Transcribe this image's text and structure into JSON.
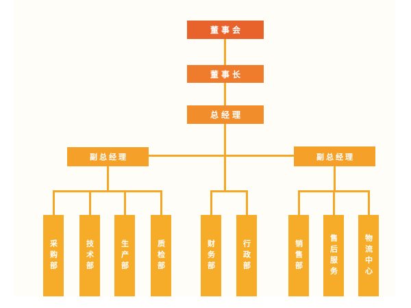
{
  "palette": {
    "canvas": "#FFFFFF",
    "paper": "#FFFDF8",
    "line": "#F5A623",
    "level1": "#E8622B",
    "level2": "#EF7B2C",
    "level3": "#F28D2C",
    "level4": "#F5A028",
    "level5": "#F7AC29",
    "node_text": "#FFFFFF"
  },
  "org_chart": {
    "type": "org-chart",
    "nodes": {
      "board": "董事会",
      "chairman": "董事长",
      "general_manager": "总经理",
      "deputy_gm_left": "副总经理",
      "deputy_gm_right": "副总经理"
    },
    "departments": [
      {
        "label": "采购部",
        "group": "left",
        "reports_to": "deputy_gm_left"
      },
      {
        "label": "技术部",
        "group": "left",
        "reports_to": "deputy_gm_left"
      },
      {
        "label": "生产部",
        "group": "left",
        "reports_to": "deputy_gm_left"
      },
      {
        "label": "质检部",
        "group": "left",
        "reports_to": "deputy_gm_left"
      },
      {
        "label": "财务部",
        "group": "middle",
        "reports_to": "general_manager"
      },
      {
        "label": "行政部",
        "group": "middle",
        "reports_to": "general_manager"
      },
      {
        "label": "销售部",
        "group": "right",
        "reports_to": "deputy_gm_right"
      },
      {
        "label": "售后服务",
        "group": "right",
        "reports_to": "deputy_gm_right"
      },
      {
        "label": "物流中心",
        "group": "right",
        "reports_to": "deputy_gm_right"
      }
    ]
  }
}
